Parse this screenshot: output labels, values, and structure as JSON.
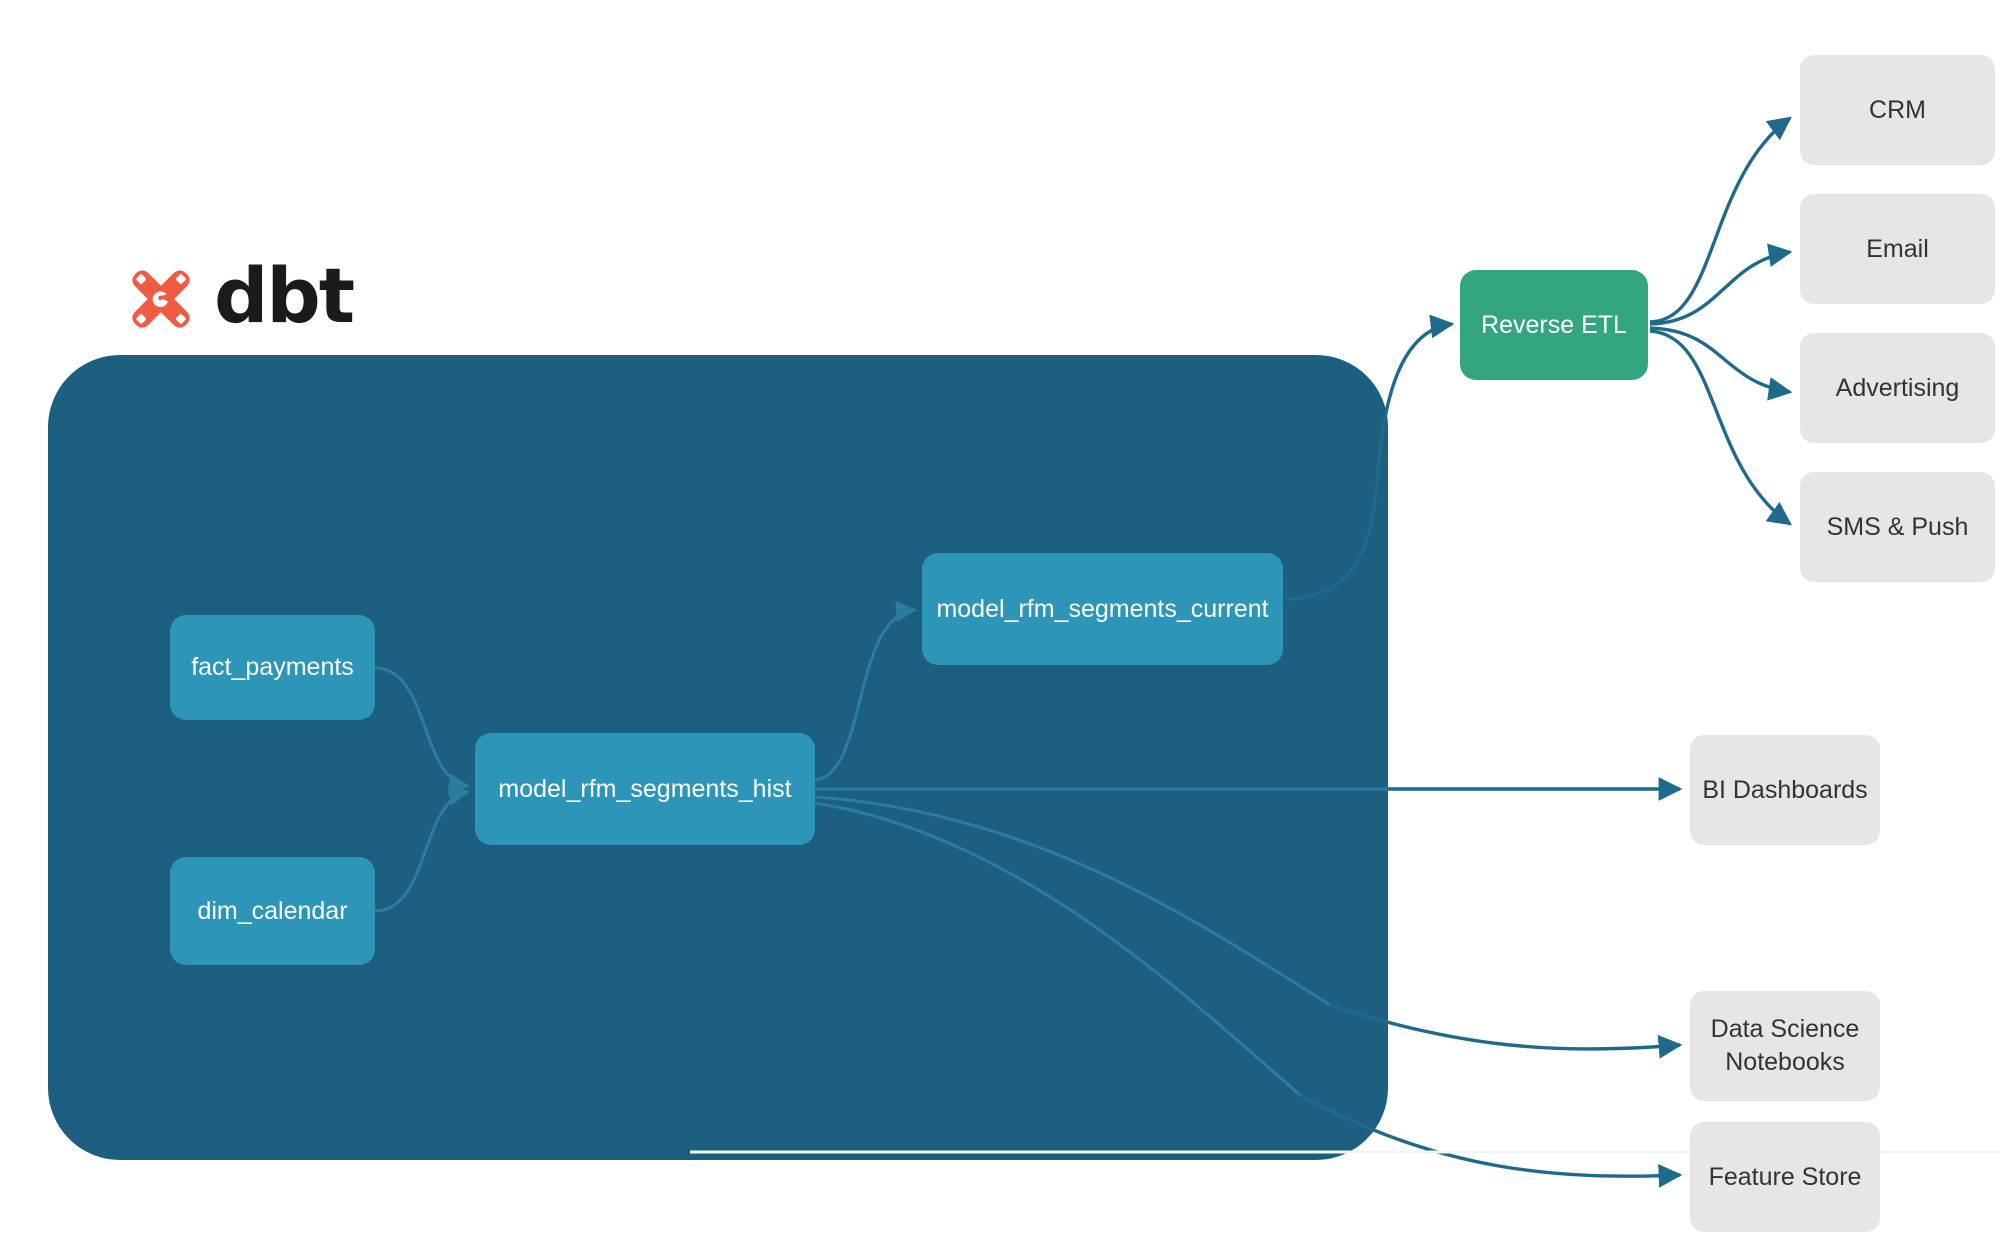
{
  "brand": {
    "name": "dbt",
    "logo_icon": "dbt-pinwheel-icon",
    "logo_color": "#ef5b43",
    "wordmark_color": "#1b1b1b"
  },
  "colors": {
    "warehouse_background": "#1d5f80",
    "model_node": "#2d95b8",
    "reverse_etl_node": "#33a680",
    "destination_node": "#e6e6e6",
    "edge_internal": "#2a7e9c",
    "edge_external": "#1d6a8a",
    "page_background": "#ffffff"
  },
  "warehouse": {
    "label": "",
    "models": [
      {
        "id": "fact_payments",
        "label": "fact_payments"
      },
      {
        "id": "dim_calendar",
        "label": "dim_calendar"
      },
      {
        "id": "model_rfm_segments_hist",
        "label": "model_rfm_segments_hist"
      },
      {
        "id": "model_rfm_segments_current",
        "label": "model_rfm_segments_current"
      }
    ]
  },
  "activation": {
    "hub": {
      "id": "reverse_etl",
      "label": "Reverse ETL"
    },
    "destinations": [
      {
        "id": "crm",
        "label": "CRM"
      },
      {
        "id": "email",
        "label": "Email"
      },
      {
        "id": "advertising",
        "label": "Advertising"
      },
      {
        "id": "sms_push",
        "label": "SMS & Push"
      }
    ]
  },
  "consumers": [
    {
      "id": "bi_dashboards",
      "label": "BI Dashboards"
    },
    {
      "id": "data_science_notebooks",
      "label": "Data Science\nNotebooks",
      "line1": "Data Science",
      "line2": "Notebooks"
    },
    {
      "id": "feature_store",
      "label": "Feature Store"
    }
  ],
  "edges": [
    {
      "from": "fact_payments",
      "to": "model_rfm_segments_hist",
      "kind": "internal"
    },
    {
      "from": "dim_calendar",
      "to": "model_rfm_segments_hist",
      "kind": "internal"
    },
    {
      "from": "model_rfm_segments_hist",
      "to": "model_rfm_segments_current",
      "kind": "internal"
    },
    {
      "from": "model_rfm_segments_current",
      "to": "reverse_etl",
      "kind": "external"
    },
    {
      "from": "model_rfm_segments_hist",
      "to": "bi_dashboards",
      "kind": "external"
    },
    {
      "from": "model_rfm_segments_hist",
      "to": "data_science_notebooks",
      "kind": "external"
    },
    {
      "from": "model_rfm_segments_hist",
      "to": "feature_store",
      "kind": "external"
    },
    {
      "from": "reverse_etl",
      "to": "crm",
      "kind": "external"
    },
    {
      "from": "reverse_etl",
      "to": "email",
      "kind": "external"
    },
    {
      "from": "reverse_etl",
      "to": "advertising",
      "kind": "external"
    },
    {
      "from": "reverse_etl",
      "to": "sms_push",
      "kind": "external"
    }
  ]
}
